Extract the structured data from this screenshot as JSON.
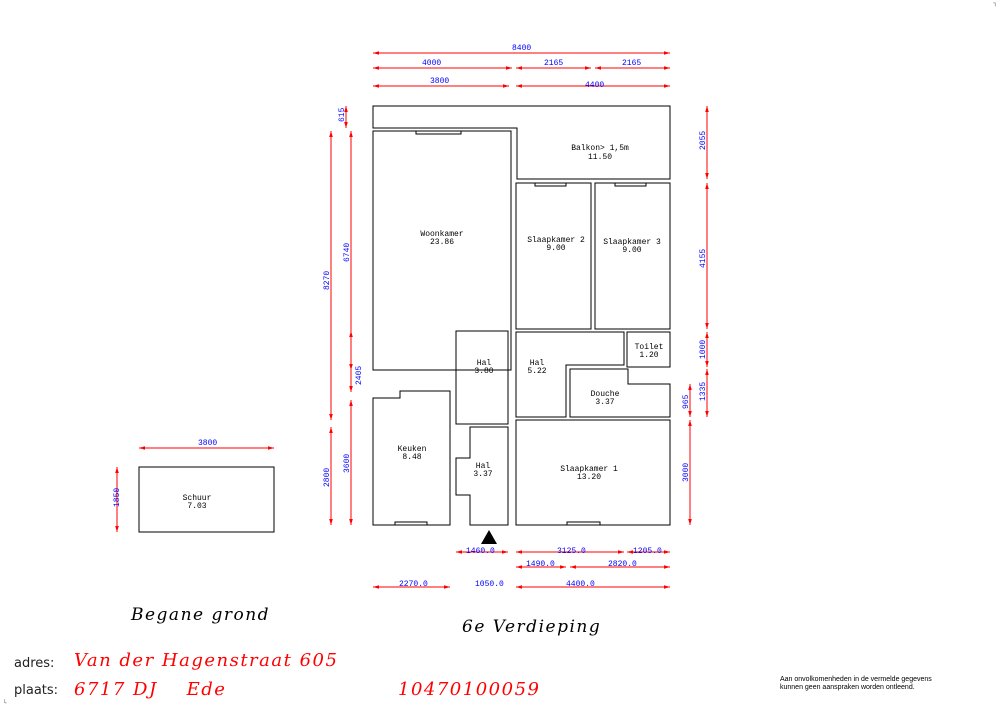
{
  "rooms": {
    "balkon": {
      "name": "Balkon> 1,5m",
      "area": "11.50"
    },
    "woonkamer": {
      "name": "Woonkamer",
      "area": "23.86"
    },
    "slaapkamer2": {
      "name": "Slaapkamer 2",
      "area": "9.00"
    },
    "slaapkamer3": {
      "name": "Slaapkamer 3",
      "area": "9.00"
    },
    "toilet": {
      "name": "Toilet",
      "area": "1.20"
    },
    "hal1": {
      "name": "Hal",
      "area": "3.80"
    },
    "hal2": {
      "name": "Hal",
      "area": "5.22"
    },
    "douche": {
      "name": "Douche",
      "area": "3.37"
    },
    "keuken": {
      "name": "Keuken",
      "area": "8.48"
    },
    "hal3": {
      "name": "Hal",
      "area": "3.37"
    },
    "slaapkamer1": {
      "name": "Slaapkamer 1",
      "area": "13.20"
    },
    "schuur": {
      "name": "Schuur",
      "area": "7.03"
    }
  },
  "dimensions": {
    "top_total": "8400",
    "top_a": "4000",
    "top_b": "2165",
    "top_c": "2165",
    "top_d": "3800",
    "top_e": "4400",
    "left_a": "615",
    "left_b": "6740",
    "left_c": "8270",
    "left_d": "2405",
    "left_e": "3600",
    "left_f": "2800",
    "right_a": "2055",
    "right_b": "4155",
    "right_c": "1000",
    "right_d": "1335",
    "right_e": "965",
    "right_f": "3000",
    "bot_a": "1460.0",
    "bot_b": "3125.0",
    "bot_c": "1205.0",
    "bot_d": "1490.0",
    "bot_e": "2820.0",
    "bot_f": "2270.0",
    "bot_g": "1050.0",
    "bot_h": "4400.0",
    "schuur_w": "3800",
    "schuur_h": "1850"
  },
  "labels": {
    "ground_floor": "Begane grond",
    "sixth_floor": "6e Verdieping"
  },
  "address": {
    "adres_label": "adres:",
    "adres_value": "Van der Hagenstraat 605",
    "plaats_label": "plaats:",
    "plaats_value": "6717 DJ    Ede",
    "number": "10470100059"
  },
  "disclaimer": {
    "line1": "Aan onvolkomenheden in de vermelde gegevens",
    "line2": "kunnen geen aanspraken worden ontleend."
  },
  "colors": {
    "dimension_line": "#ff0000",
    "dimension_text": "#0000ff",
    "address_text": "#ff0000",
    "wall": "#000000"
  }
}
